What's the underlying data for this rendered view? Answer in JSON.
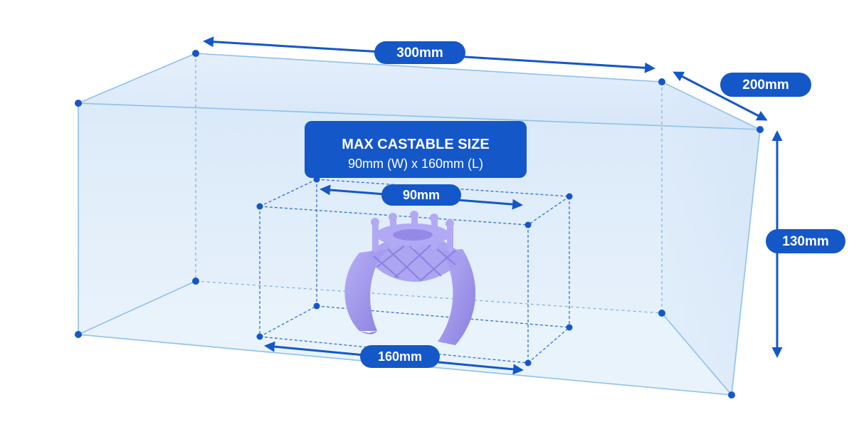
{
  "dimensions": {
    "outer_width": "300mm",
    "outer_depth": "200mm",
    "outer_height": "130mm",
    "inner_width": "90mm",
    "inner_length": "160mm"
  },
  "castable": {
    "title": "MAX CASTABLE SIZE",
    "subtitle": "90mm (W) x 160mm (L)"
  },
  "colors": {
    "accent": "#1457c8",
    "edge": "#8fc0ec",
    "dashed": "#2f6fd0",
    "resin": "#9c93ea"
  }
}
